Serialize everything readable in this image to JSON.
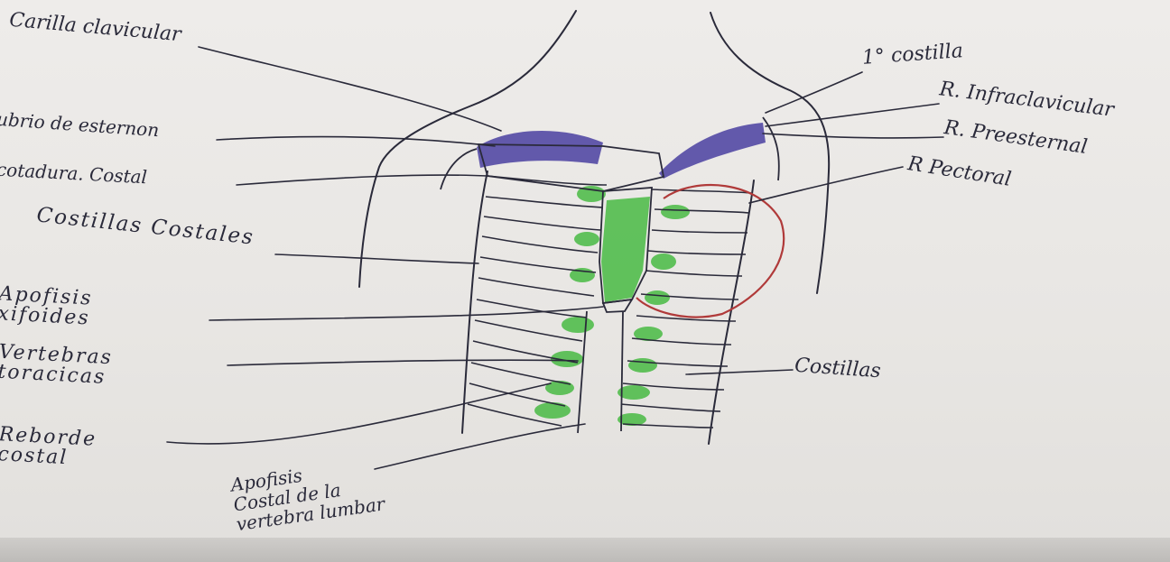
{
  "labels": {
    "carilla_clavicular": "Carilla clavicular",
    "manubrio": "ubrio de esternon",
    "escotadura": "cotadura. Costal",
    "costillas_costales": "Costillas Costales",
    "apofisis_xifoides": [
      "Apofisis",
      "xifoides"
    ],
    "vertebras_toracicas": [
      "Vertebras",
      "toracicas"
    ],
    "reborde_costal": [
      "Reborde",
      "costal"
    ],
    "apofisis_costal_lumbar": [
      "Apofisis",
      "Costal de la",
      "vertebra lumbar"
    ],
    "primera_costilla": "1° costilla",
    "r_infraclavicular": "R. Infraclavicular",
    "r_preesternal": "R. Preesternal",
    "r_pectoral": "R Pectoral",
    "costillas": "Costillas"
  },
  "colors": {
    "ink": "#2a2a3a",
    "purple": "#4a3fa0",
    "green": "#3fb83a",
    "red": "#b03a3a"
  }
}
